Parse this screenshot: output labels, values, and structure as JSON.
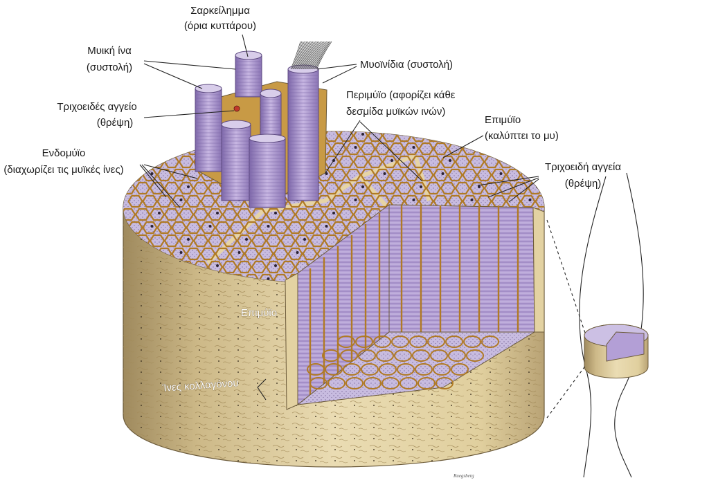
{
  "labels": {
    "sarcolemma": [
      "Σαρκείλημμα",
      "(όρια κυττάρου)"
    ],
    "muscle_fiber": [
      "Μυική ίνα",
      "(συστολή)"
    ],
    "myofibrils": "Μυοϊνίδια (συστολή)",
    "capillary": [
      "Τριχοειδές αγγείο",
      "(θρέψη)"
    ],
    "perimysium": [
      "Περιμύϊο (αφορίζει κάθε",
      "δεσμίδα μυϊκών ινών)"
    ],
    "epimysium": [
      "Επιμύϊο",
      "(καλύπτει το μυ)"
    ],
    "endomysium": [
      "Ενδομύϊο",
      "(διαχωρίζει τις μυϊκές ίνες)"
    ],
    "capillaries": [
      "Τριχοειδή αγγεία",
      "(θρέψη)"
    ]
  },
  "inner_labels": {
    "epimysium_side": "Επιμύϊο",
    "collagen": "Ίνες κολλαγόνου"
  },
  "signature": "Ruegsberg",
  "colors": {
    "tissue": "#e8d9ae",
    "tissue_shade": "#c9b27c",
    "fiber": "#b9a6d6",
    "fiber_dark": "#8f78b8",
    "septum": "#c08a2c",
    "line": "#222222"
  }
}
